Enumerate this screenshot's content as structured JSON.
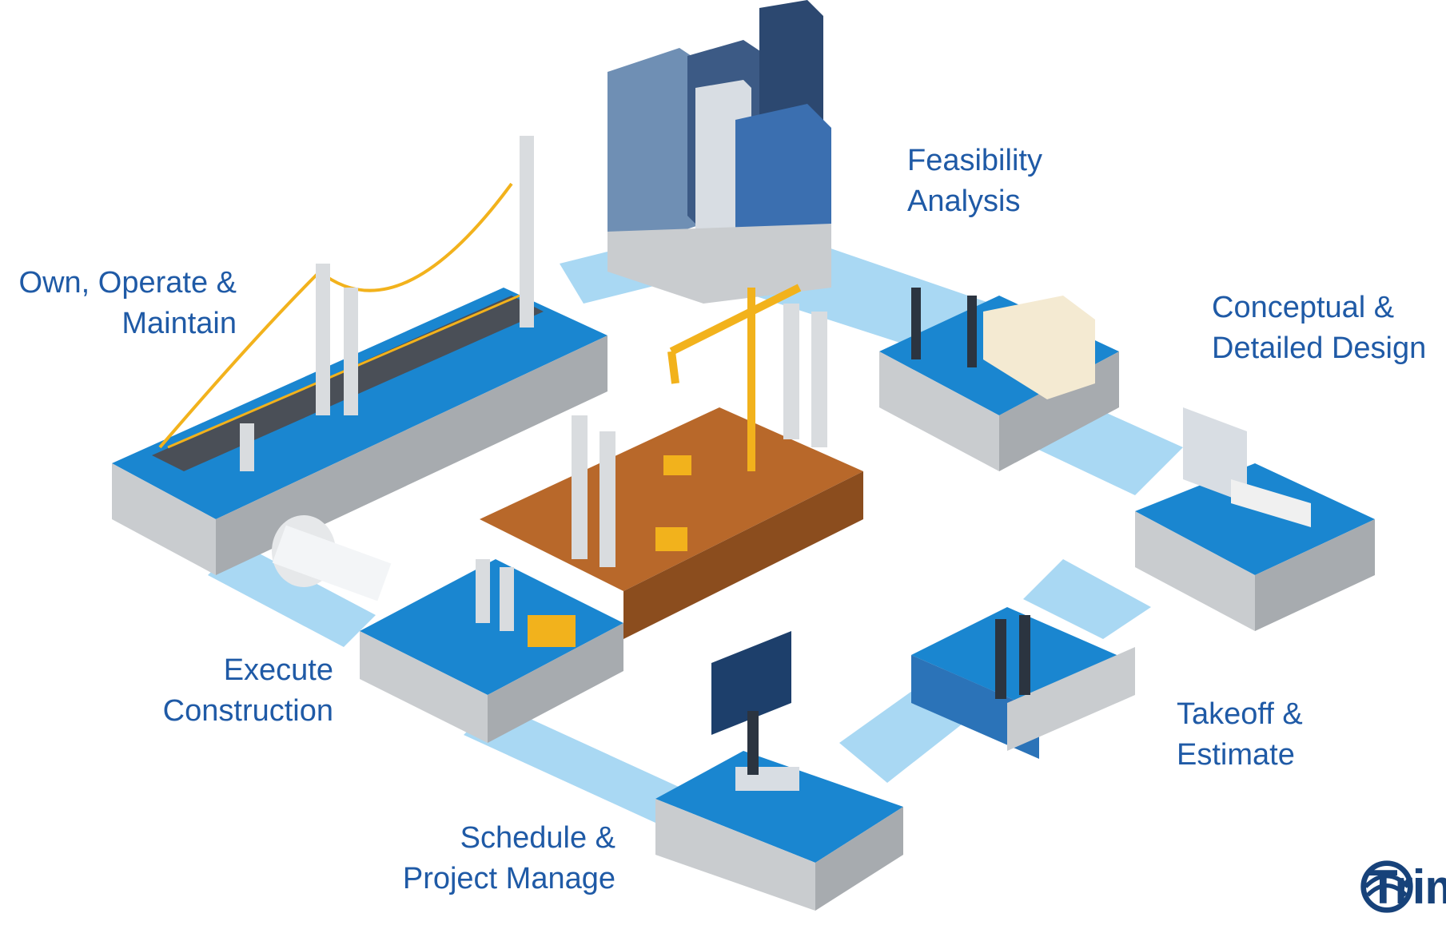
{
  "stages": {
    "feasibility": {
      "line1": "Feasibility",
      "line2": "Analysis"
    },
    "conceptual": {
      "line1": "Conceptual &",
      "line2": "Detailed Design"
    },
    "takeoff": {
      "line1": "Takeoff &",
      "line2": "Estimate"
    },
    "schedule": {
      "line1": "Schedule &",
      "line2": "Project Manage"
    },
    "execute": {
      "line1": "Execute",
      "line2": "Construction"
    },
    "own": {
      "line1": "Own, Operate &",
      "line2": "Maintain"
    }
  },
  "logo": {
    "text": "Trim"
  },
  "colors": {
    "label_blue": "#1f5aa6",
    "deck_blue": "#1a86d0",
    "path_light_blue": "#9fd3f2",
    "concrete_gray": "#c9cccf",
    "dirt_brown": "#b8682a",
    "crane_yellow": "#f2b21c"
  }
}
